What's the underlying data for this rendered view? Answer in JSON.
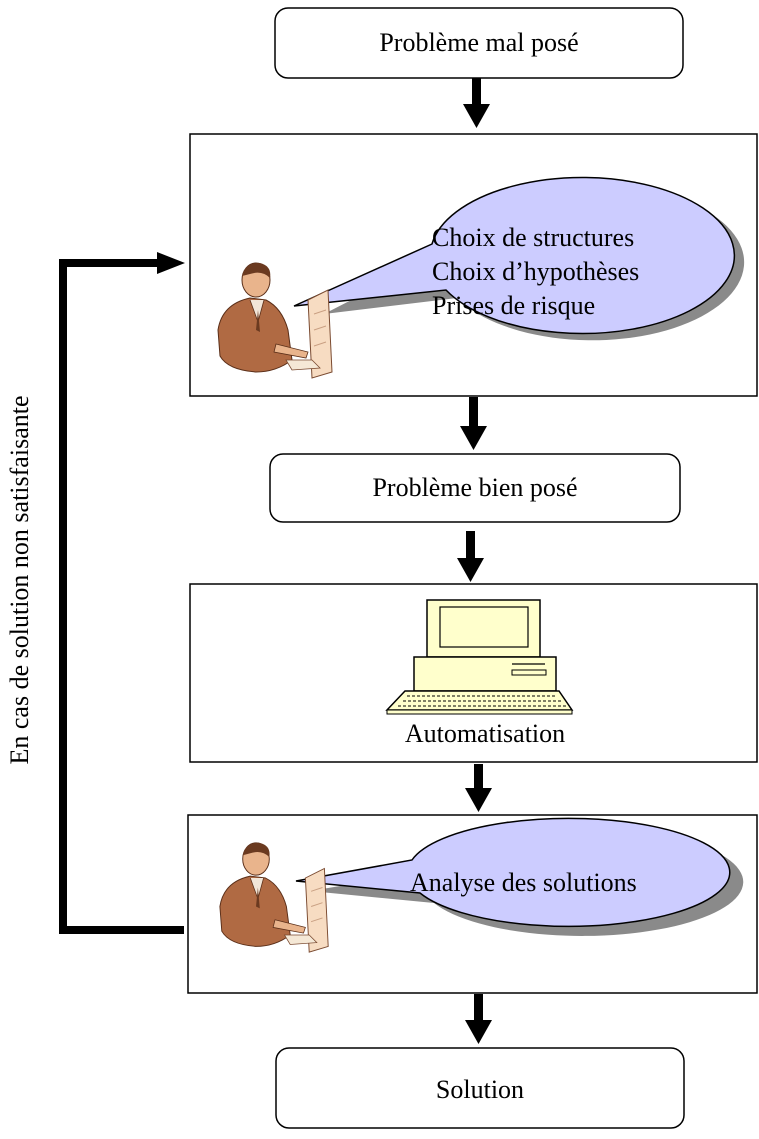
{
  "nodes": {
    "ill_posed": "Problème mal posé",
    "well_posed": "Problème bien posé",
    "automation": "Automatisation",
    "solution": "Solution"
  },
  "callouts": {
    "modeling": [
      "Choix de structures",
      "Choix d’hypothèses",
      "Prises de risque"
    ],
    "analysis": "Analyse des solutions"
  },
  "feedback_label": "En cas de solution non satisfaisante",
  "colors": {
    "bubble_fill": "#ccccff",
    "bubble_shadow": "#8a8a8a",
    "computer_fill": "#ffffcc",
    "person_fill": "#b06a43"
  },
  "icons": {
    "person": "person-at-computer-icon",
    "computer": "computer-icon"
  }
}
